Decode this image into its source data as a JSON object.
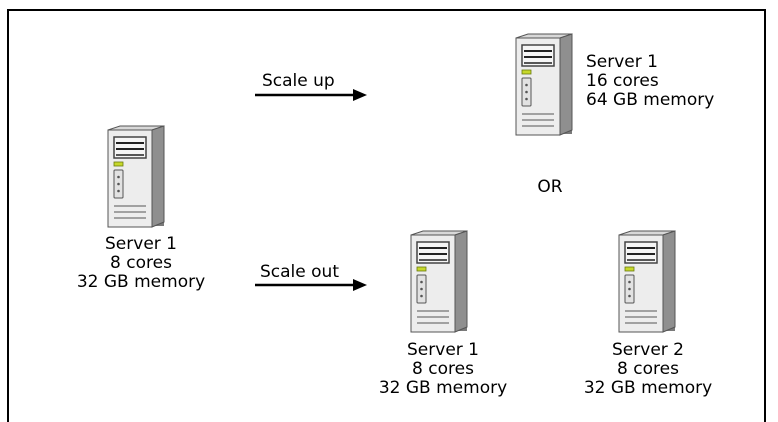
{
  "scale_up": {
    "label": "Scale up",
    "server": {
      "name": "Server 1",
      "cores": "16 cores",
      "memory": "64 GB memory"
    }
  },
  "original": {
    "name": "Server 1",
    "cores": "8 cores",
    "memory": "32 GB memory"
  },
  "or_label": "OR",
  "scale_out": {
    "label": "Scale out",
    "servers": [
      {
        "name": "Server 1",
        "cores": "8 cores",
        "memory": "32 GB memory"
      },
      {
        "name": "Server 2",
        "cores": "8 cores",
        "memory": "32 GB memory"
      }
    ]
  },
  "icons": {
    "server": "server-tower-icon",
    "arrow": "right-arrow-icon"
  }
}
